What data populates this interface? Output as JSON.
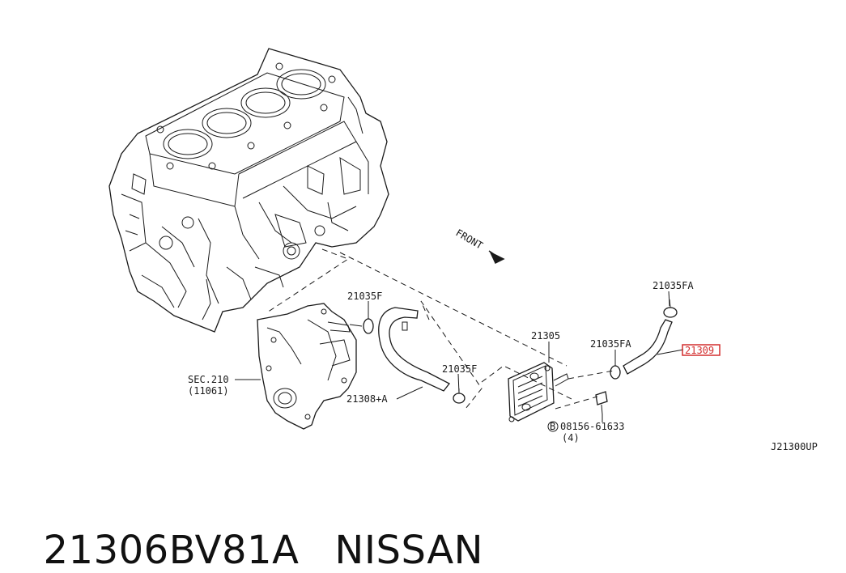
{
  "labels": {
    "sec210": "SEC.210",
    "sec210_sub": "(11061)",
    "hose_a": "21308+A",
    "clamp_f_top": "21035F",
    "clamp_f_bottom": "21035F",
    "cooler": "21305",
    "clamp_fa_top": "21035FA",
    "clamp_fa_mid": "21035FA",
    "hose_highlight": "21309",
    "bolt": "08156-61633",
    "bolt_prefix": "B",
    "bolt_qty": "(4)",
    "front": "FRONT",
    "diagram_code": "J21300UP"
  },
  "colors": {
    "highlight": "#d32f2f",
    "ink": "#1a1a1a"
  },
  "caption": {
    "part_number": "21306BV81A",
    "brand": "NISSAN"
  }
}
